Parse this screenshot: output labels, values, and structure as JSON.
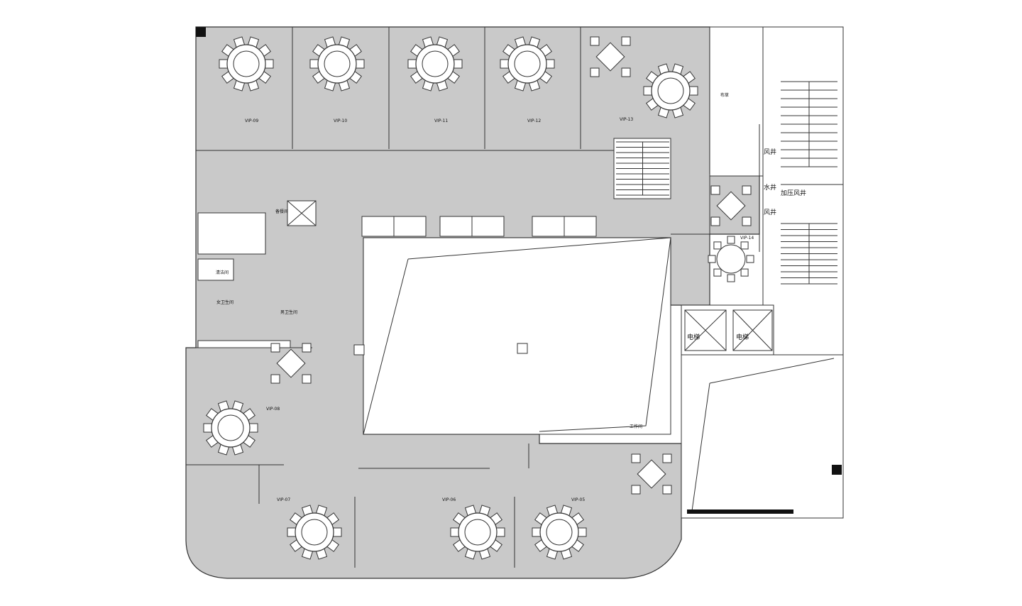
{
  "rooms": {
    "vip09": "VIP-09",
    "vip10": "VIP-10",
    "vip11": "VIP-11",
    "vip12": "VIP-12",
    "vip13": "VIP-13",
    "vip14": "VIP-14",
    "vip08": "VIP-08",
    "vip07": "VIP-07",
    "vip06": "VIP-06",
    "vip05": "VIP-05"
  },
  "service": {
    "linen": "布草",
    "air_shaft_1": "风井",
    "water_shaft": "水井",
    "shaft_3": "风井",
    "pressurized_shaft": "加压风井",
    "elevator_1": "电梯",
    "elevator_2": "电梯",
    "workroom": "工作间",
    "womens_wc": "女卫生间",
    "mens_wc": "男卫生间",
    "cleaning": "清洁间",
    "pantry": "备餐间"
  }
}
